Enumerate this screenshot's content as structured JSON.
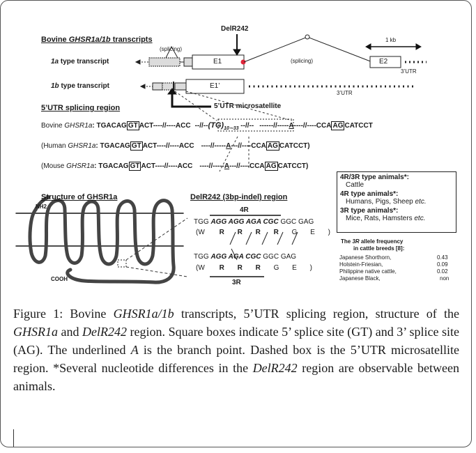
{
  "figure": {
    "title_prefix": "Bovine ",
    "title_italic": "GHSR1a/1b",
    "title_suffix": " transcripts",
    "splicing_label_1": "(splicing)",
    "splicing_label_2": "(splicing)",
    "delr242_label": "DelR242",
    "scale_label": "1 kb",
    "t1a_italic": "1a",
    "t1a_rest": " type transcript",
    "t1b_italic": "1b",
    "t1b_rest": " type transcript",
    "e1_label": "E1",
    "e1b_label": "E1’",
    "e2_label": "E2",
    "utr3_label_1": "3’UTR",
    "utr3_label_2": "3’UTR",
    "utr5_title": "5’UTR splicing region",
    "microsat_label": "5’UTR microsatellite",
    "bovine_label": "Bovine ",
    "bovine_gene": "GHSR1a",
    "bovine_seq_a": ": TGACAG",
    "bovine_seq_box1": "GT",
    "bovine_seq_b": "ACT----//----ACC",
    "bovine_microsat_a": "--//--",
    "bovine_microsat_b": "(TG)",
    "bovine_microsat_c": "10∼33",
    "bovine_microsat_d": " --//--",
    "bovine_seq_c": "------//-----",
    "bovine_seq_branch": "A",
    "bovine_seq_d": "----//----CCA",
    "bovine_seq_box2": "AG",
    "bovine_seq_e": "CATCCT",
    "human_label": "(Human ",
    "human_gene": "GHSR1a",
    "human_seq_a": ": TGACAG",
    "human_seq_box1": "GT",
    "human_seq_b": "ACT----//----ACC",
    "human_seq_c": "----//-----",
    "human_seq_branch": "A",
    "human_seq_d": "---//----CCA",
    "human_seq_box2": "AG",
    "human_seq_e": "CATCCT)",
    "mouse_label": "(Mouse ",
    "mouse_gene": "GHSR1a",
    "mouse_seq_a": ": TGACAG",
    "mouse_seq_box1": "GT",
    "mouse_seq_b": "ACT----//----ACC",
    "mouse_seq_c": "----//-----",
    "mouse_seq_branch": "A",
    "mouse_seq_d": "---//----CCA",
    "mouse_seq_box2": "AG",
    "mouse_seq_e": "CATCCT)",
    "structure_title": "Structure of GHSR1a",
    "nh2": "NH2",
    "cooh": "COOH",
    "delr_title": "DelR242 (3bp-indel) region",
    "r4_label": "4R",
    "r3_label": "3R",
    "seq4r_a": "TGG ",
    "seq4r_b": "AGG AGG AGA CGC",
    "seq4r_c": " GGC GAG",
    "aa4r": [
      "(W",
      "R",
      "R",
      "R",
      "R",
      "G",
      "E",
      ")"
    ],
    "seq3r_a": "TGG ",
    "seq3r_b": "AGG AGA CGC",
    "seq3r_c": " GGC GAG",
    "aa3r": [
      "(W",
      "R",
      "R",
      "R",
      "G",
      "E",
      ")"
    ],
    "types": {
      "l1": "4R/3R type animals*:",
      "l2": "Cattle",
      "l3": "4R type animals*:",
      "l4": "Humans, Pigs, Sheep ",
      "l4i": "etc.",
      "l5": "3R type animals*:",
      "l6": "Mice, Rats, Hamsters ",
      "l6i": "etc."
    },
    "freq_title_a": "The ",
    "freq_title_i": "3R",
    "freq_title_b": " allele frequency",
    "freq_title_2": "in cattle breeds [8]:",
    "freq_rows": [
      {
        "breed": "Japanese Shorthorn,",
        "value": "0.43"
      },
      {
        "breed": "Holstein-Friesian,",
        "value": "0.09"
      },
      {
        "breed": "Philippine native cattle,",
        "value": "0.02"
      },
      {
        "breed": "Japanese Black,",
        "value": "non"
      }
    ]
  },
  "caption": {
    "p1": "Figure 1: Bovine ",
    "i1": "GHSR1a/1b",
    "p2": " transcripts, 5’UTR splicing region, structure of the ",
    "i2": "GHSR1a",
    "p3": " and ",
    "i3": "DelR242",
    "p4": " region. Square boxes indicate 5’ splice site (GT) and 3’ splice site (AG). The underlined ",
    "i4": "A",
    "p5": " is the branch point. Dashed box is the 5’UTR microsatellite region. *Several nucleotide differences in the ",
    "i5": "DelR242",
    "p6": " region are observable between animals."
  }
}
